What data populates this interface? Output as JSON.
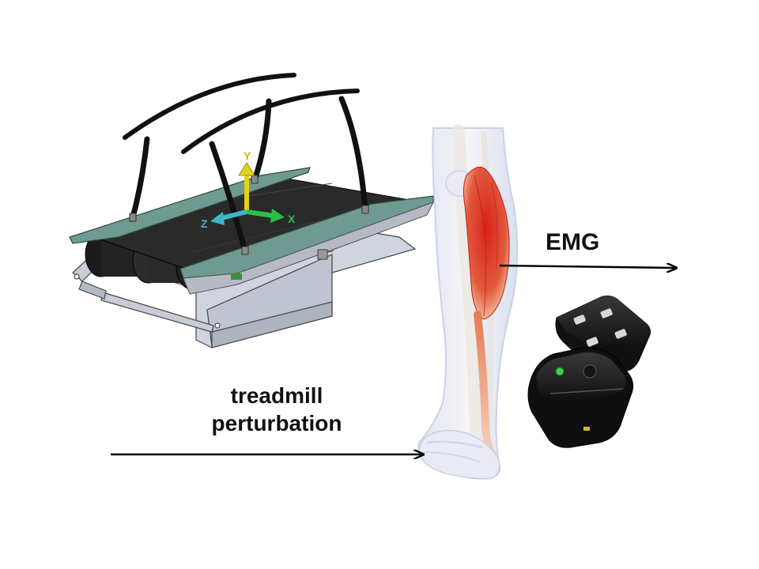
{
  "labels": {
    "treadmill_line1": "treadmill",
    "treadmill_line2": "perturbation",
    "emg": "EMG"
  },
  "axes_glyphs": {
    "x": "X",
    "y": "Y",
    "z": "Z"
  },
  "colors": {
    "arrow": "#000000",
    "belt": "#2a2a2a",
    "deck": "#6f9a92",
    "frame": "#c8ccd6",
    "handrail": "#111111",
    "axis_x": "#2bbf4a",
    "axis_y": "#e0d21a",
    "axis_z": "#3fb6c8",
    "muscle": "#d63a2a",
    "sensor_body": "#1a1a1a",
    "sensor_led": "#3bd24a"
  },
  "icons": [
    "treadmill-illustration",
    "leg-anatomy-illustration",
    "emg-sensor-icon"
  ]
}
